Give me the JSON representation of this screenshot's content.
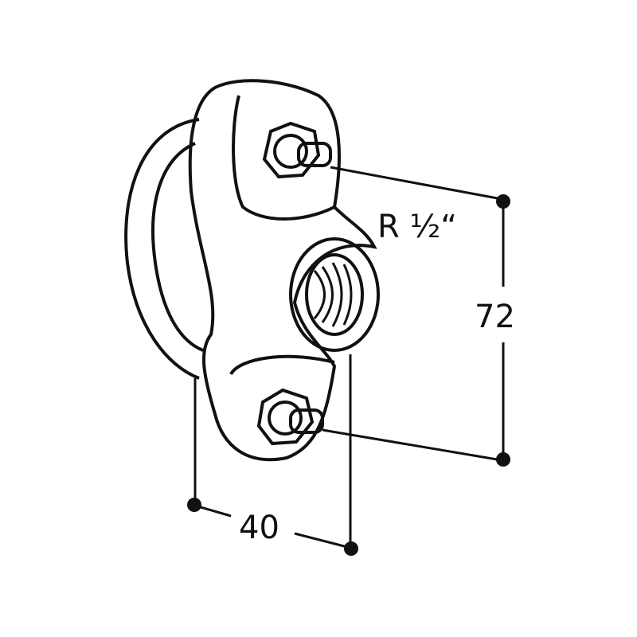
{
  "labels": {
    "thread": "R ½“",
    "height": "72",
    "width": "40"
  }
}
